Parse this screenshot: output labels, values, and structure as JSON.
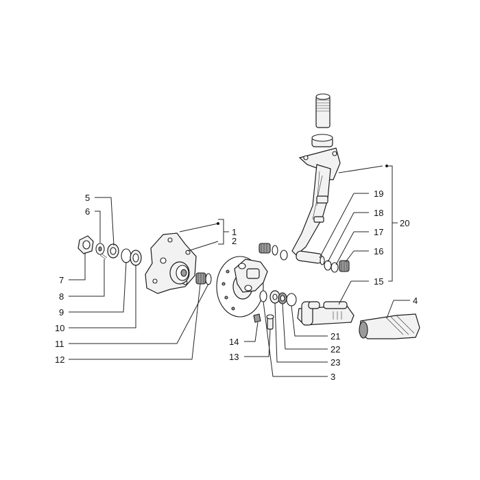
{
  "callouts": [
    {
      "id": "c1",
      "label": "1"
    },
    {
      "id": "c2",
      "label": "2"
    },
    {
      "id": "c3",
      "label": "3"
    },
    {
      "id": "c4",
      "label": "4"
    },
    {
      "id": "c5",
      "label": "5"
    },
    {
      "id": "c6",
      "label": "6"
    },
    {
      "id": "c7",
      "label": "7"
    },
    {
      "id": "c8",
      "label": "8"
    },
    {
      "id": "c9",
      "label": "9"
    },
    {
      "id": "c10",
      "label": "10"
    },
    {
      "id": "c11",
      "label": "11"
    },
    {
      "id": "c12",
      "label": "12"
    },
    {
      "id": "c13",
      "label": "13"
    },
    {
      "id": "c14",
      "label": "14"
    },
    {
      "id": "c15",
      "label": "15"
    },
    {
      "id": "c16",
      "label": "16"
    },
    {
      "id": "c17",
      "label": "17"
    },
    {
      "id": "c18",
      "label": "18"
    },
    {
      "id": "c19",
      "label": "19"
    },
    {
      "id": "c20",
      "label": "20"
    },
    {
      "id": "c21",
      "label": "21"
    },
    {
      "id": "c22",
      "label": "22"
    },
    {
      "id": "c23",
      "label": "23"
    }
  ]
}
